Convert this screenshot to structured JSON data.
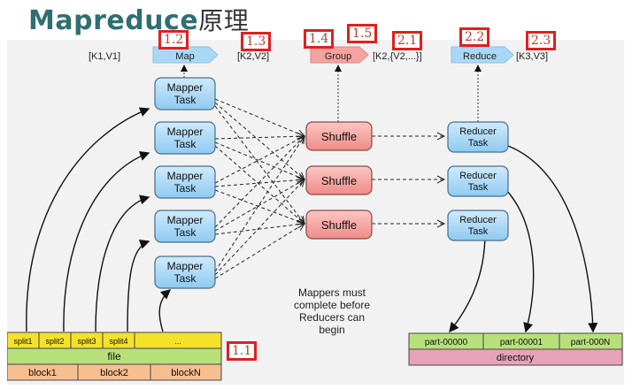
{
  "title": {
    "main": "Mapreduce",
    "cjk": "原理"
  },
  "tags": [
    "1.1",
    "1.2",
    "1.3",
    "1.4",
    "1.5",
    "2.1",
    "2.2",
    "2.3"
  ],
  "top_labels": {
    "k1v1": "[K1,V1]",
    "map": "Map",
    "k2v2": "[K2,V2]",
    "group": "Group",
    "k2list": "[K2,{V2,...}]",
    "reduce": "Reduce",
    "k3v3": "[K3,V3]"
  },
  "mapper_line1": "Mapper",
  "mapper_line2": "Task",
  "shuffle": "Shuffle",
  "reducer_line1": "Reducer",
  "reducer_line2": "Task",
  "splits": [
    "split1",
    "split2",
    "split3",
    "split4",
    "..."
  ],
  "file": "file",
  "blocks": [
    "block1",
    "block2",
    "blockN"
  ],
  "parts": [
    "part-00000",
    "part-00001",
    "part-000N"
  ],
  "directory": "directory",
  "note": [
    "Mappers must",
    "complete before",
    "Reducers can",
    "begin"
  ],
  "colors": {
    "mapper": "#a8d8f5",
    "shuffle": "#f4a3a0",
    "reducer": "#a8d8f5",
    "split": "#f5e12a",
    "file": "#b8e07a",
    "block": "#f7be8f",
    "part": "#b8e07a",
    "directory": "#e7a2b8",
    "tag_border": "#e0201e"
  }
}
